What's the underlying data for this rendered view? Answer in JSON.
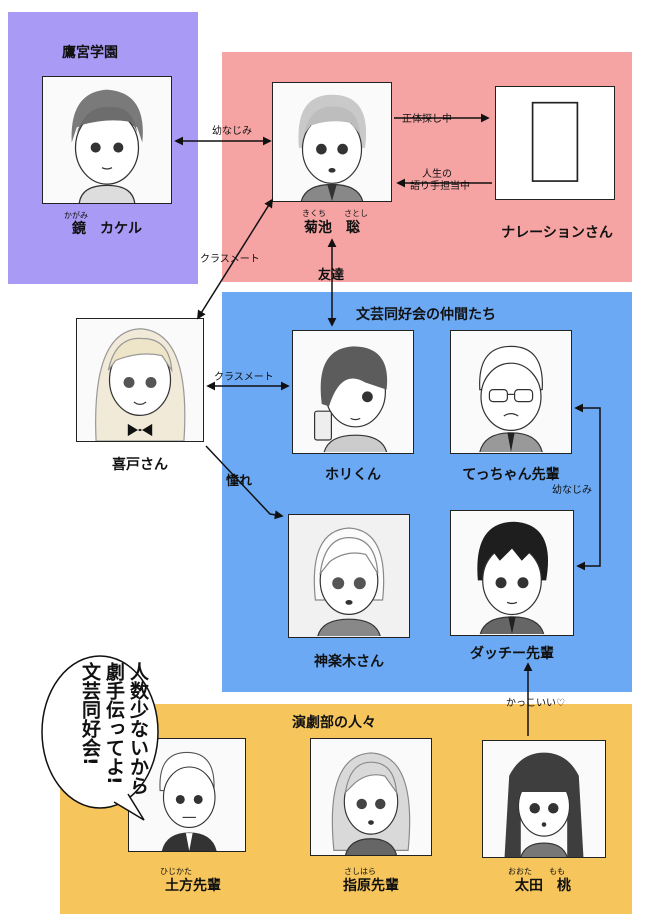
{
  "groups": {
    "takamiya": "鷹宮学園",
    "bungei": "文芸同好会の仲間たち",
    "engeki": "演劇部の人々"
  },
  "characters": {
    "kakeru": {
      "name": "鏡　カケル",
      "ruby": "かがみ"
    },
    "satoshi": {
      "name": "菊池　聡",
      "ruby1": "きくち",
      "ruby2": "さとし"
    },
    "narration": {
      "name": "ナレーションさん"
    },
    "kido": {
      "name": "喜戸さん"
    },
    "hori": {
      "name": "ホリくん"
    },
    "tecchan": {
      "name": "てっちゃん先輩"
    },
    "kagurazaka": {
      "name": "神楽木さん"
    },
    "dutch": {
      "name": "ダッチー先輩"
    },
    "hijikata": {
      "name": "土方先輩",
      "ruby": "ひじかた"
    },
    "sashihara": {
      "name": "指原先輩",
      "ruby": "さしはら"
    },
    "ota": {
      "name": "太田　桃",
      "ruby1": "おおた",
      "ruby2": "もも"
    }
  },
  "relations": {
    "osananajimi_top": "幼なじみ",
    "shotai": "正体探し中",
    "jinsei1": "人生の",
    "jinsei2": "語り手担当中",
    "classmate1": "クラスメート",
    "tomodachi": "友達",
    "classmate2": "クラスメート",
    "akogare": "憧れ",
    "osananajimi_right": "幼なじみ",
    "kakkoii": "かっこいい♡"
  },
  "speech_bubble": {
    "line1": "人数少ないから",
    "line2": "劇手伝ってよ!",
    "line3": "文芸同好会!"
  },
  "colors": {
    "takamiya": "#a99af5",
    "kikuchi": "#f5a3a3",
    "bungei": "#6ba9f5",
    "engeki": "#f6c65c"
  }
}
